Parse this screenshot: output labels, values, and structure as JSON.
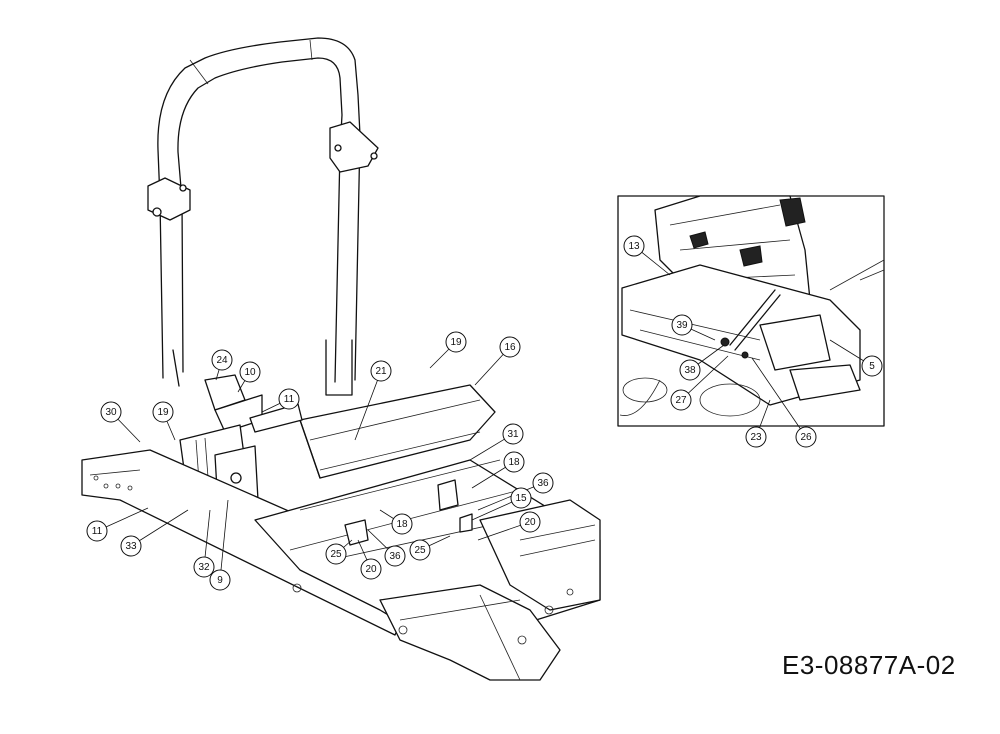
{
  "diagram_code": "E3-08877A-02",
  "callouts_main": [
    "24",
    "10",
    "19",
    "16",
    "21",
    "11",
    "30",
    "19",
    "31",
    "18",
    "36",
    "15",
    "20",
    "11",
    "33",
    "32",
    "9",
    "25",
    "36",
    "20",
    "25",
    "18"
  ],
  "callouts_inset": [
    "13",
    "39",
    "38",
    "27",
    "23",
    "26",
    "5"
  ],
  "chart_data": {
    "type": "diagram",
    "parts_main": [
      "24",
      "10",
      "19",
      "16",
      "21",
      "11",
      "30",
      "19",
      "31",
      "18",
      "36",
      "15",
      "20",
      "11",
      "33",
      "32",
      "9",
      "25",
      "36",
      "20",
      "25",
      "18"
    ],
    "parts_inset": [
      "13",
      "39",
      "38",
      "27",
      "23",
      "26",
      "5"
    ]
  }
}
